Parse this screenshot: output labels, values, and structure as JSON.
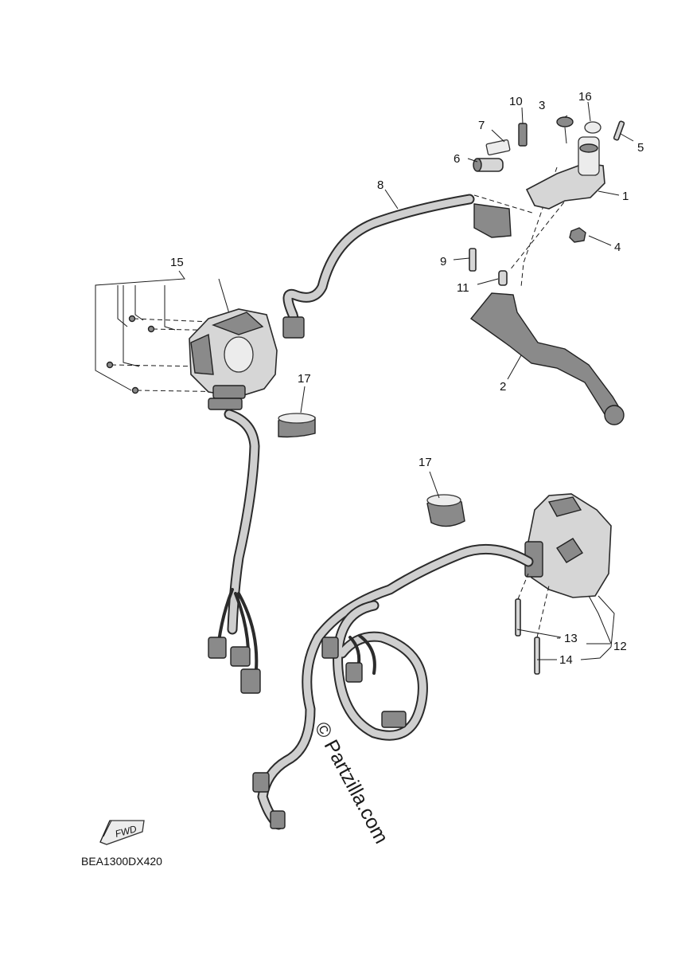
{
  "diagram_code": "BEA1300DX420",
  "watermark": "© Partzilla.com",
  "direction_label": "FWD",
  "callouts": {
    "c1": "1",
    "c2": "2",
    "c3": "3",
    "c4": "4",
    "c5": "5",
    "c6": "6",
    "c7": "7",
    "c8": "8",
    "c9": "9",
    "c10": "10",
    "c11": "11",
    "c12": "12",
    "c13": "13",
    "c14": "14",
    "c15": "15",
    "c16": "16",
    "c17a": "17",
    "c17b": "17"
  }
}
